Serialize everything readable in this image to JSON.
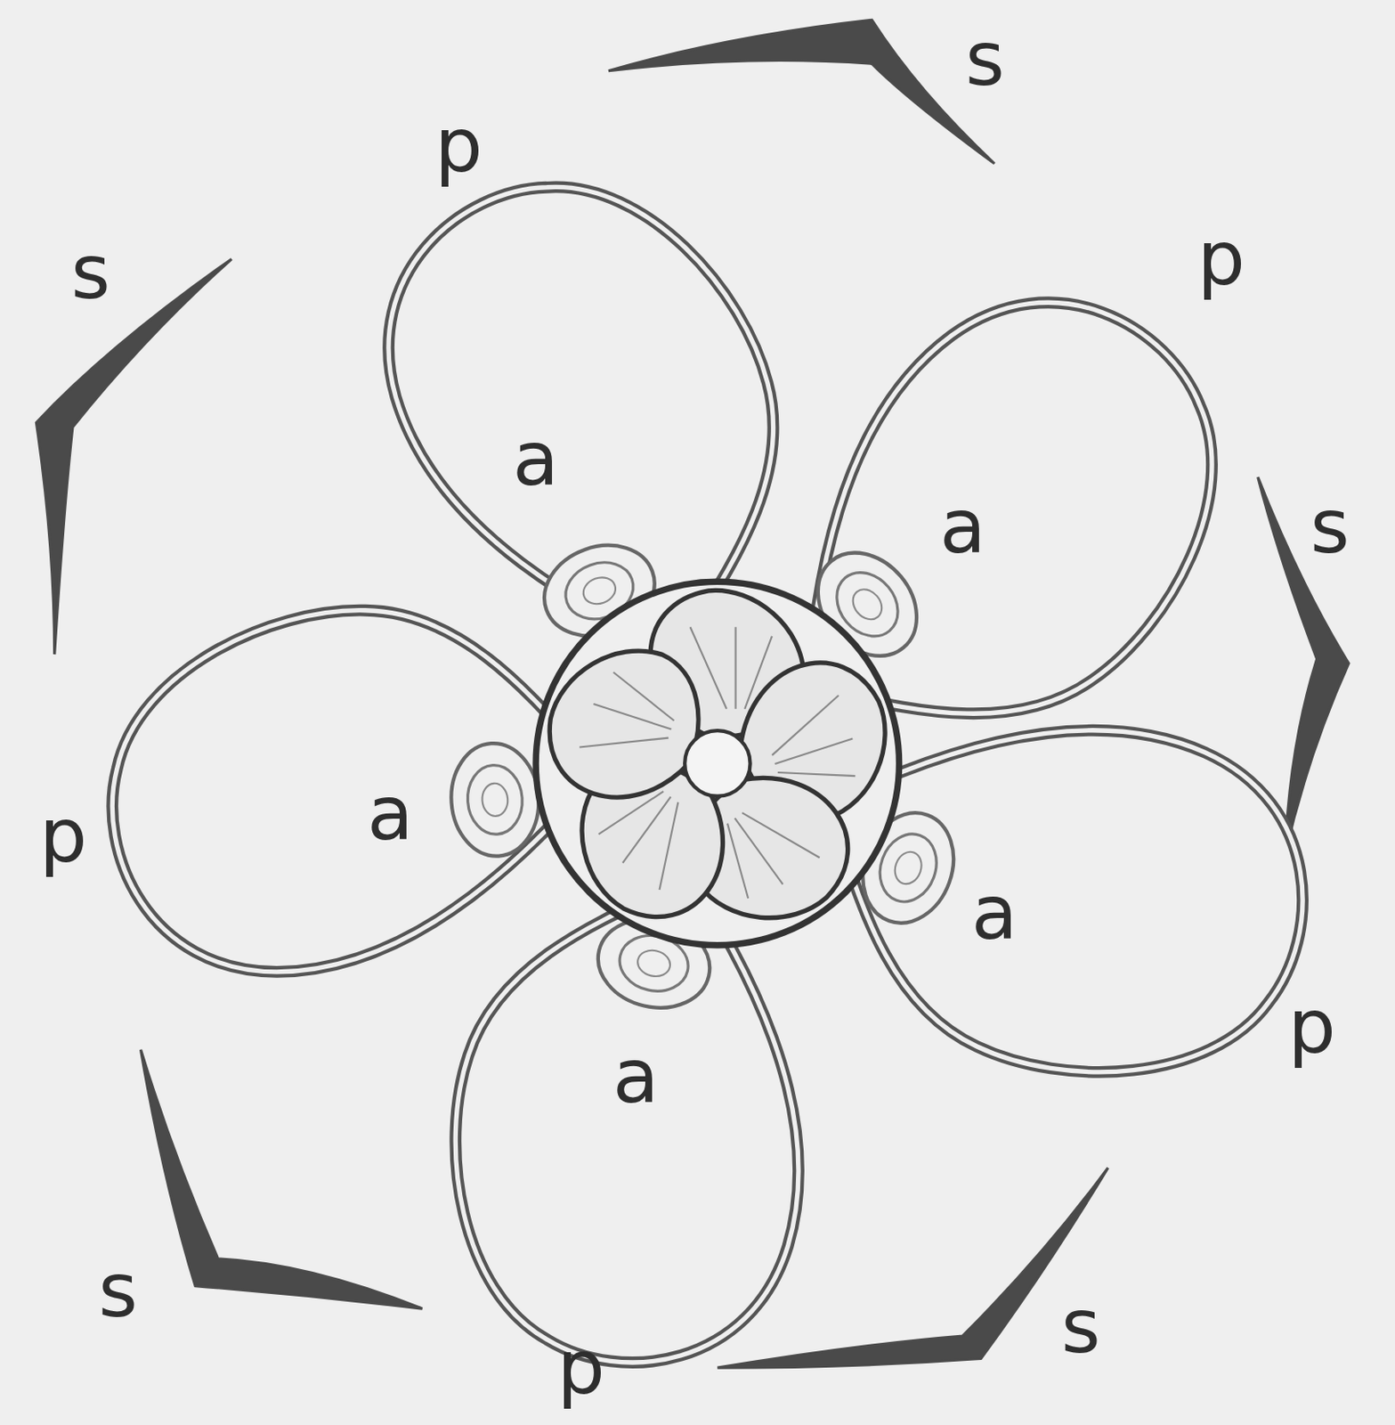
{
  "diagram": {
    "labels": [
      "s",
      "p",
      "p",
      "s",
      "a",
      "a",
      "s",
      "a",
      "p",
      "a",
      "p",
      "a",
      "s",
      "s",
      "p"
    ]
  }
}
